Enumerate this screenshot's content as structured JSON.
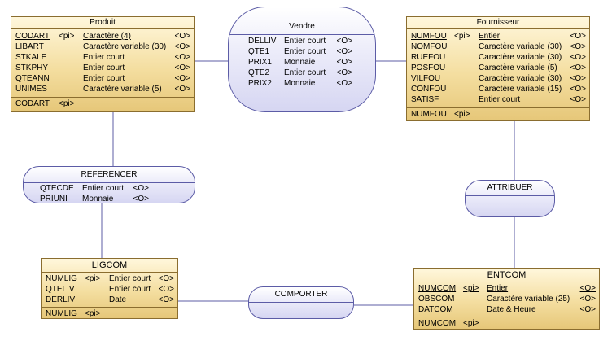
{
  "produit": {
    "title": "Produit",
    "attributes": [
      {
        "name": "CODART",
        "id": "<pi>",
        "type": "Caractère (4)",
        "flag": "<O>"
      },
      {
        "name": "LIBART",
        "id": "",
        "type": "Caractère variable (30)",
        "flag": "<O>"
      },
      {
        "name": "STKALE",
        "id": "",
        "type": "Entier court",
        "flag": "<O>"
      },
      {
        "name": "STKPHY",
        "id": "",
        "type": "Entier court",
        "flag": "<O>"
      },
      {
        "name": "QTEANN",
        "id": "",
        "type": "Entier court",
        "flag": "<O>"
      },
      {
        "name": "UNIMES",
        "id": "",
        "type": "Caractère variable (5)",
        "flag": "<O>"
      }
    ],
    "identifier": {
      "name": "CODART",
      "tag": "<pi>"
    }
  },
  "vendre": {
    "title": "Vendre",
    "attributes": [
      {
        "name": "DELLIV",
        "type": "Entier court",
        "flag": "<O>"
      },
      {
        "name": "QTE1",
        "type": "Entier court",
        "flag": "<O>"
      },
      {
        "name": "PRIX1",
        "type": "Monnaie",
        "flag": "<O>"
      },
      {
        "name": "QTE2",
        "type": "Entier court",
        "flag": "<O>"
      },
      {
        "name": "PRIX2",
        "type": "Monnaie",
        "flag": "<O>"
      }
    ]
  },
  "fournisseur": {
    "title": "Fournisseur",
    "attributes": [
      {
        "name": "NUMFOU",
        "id": "<pi>",
        "type": "Entier",
        "flag": "<O>"
      },
      {
        "name": "NOMFOU",
        "id": "",
        "type": "Caractère variable (30)",
        "flag": "<O>"
      },
      {
        "name": "RUEFOU",
        "id": "",
        "type": "Caractère variable (30)",
        "flag": "<O>"
      },
      {
        "name": "POSFOU",
        "id": "",
        "type": "Caractère variable (5)",
        "flag": "<O>"
      },
      {
        "name": "VILFOU",
        "id": "",
        "type": "Caractère variable (30)",
        "flag": "<O>"
      },
      {
        "name": "CONFOU",
        "id": "",
        "type": "Caractère variable (15)",
        "flag": "<O>"
      },
      {
        "name": "SATISF",
        "id": "",
        "type": "Entier court",
        "flag": "<O>"
      }
    ],
    "identifier": {
      "name": "NUMFOU",
      "tag": "<pi>"
    }
  },
  "referencer": {
    "title": "REFERENCER",
    "attributes": [
      {
        "name": "QTECDE",
        "type": "Entier court",
        "flag": "<O>"
      },
      {
        "name": "PRIUNI",
        "type": "Monnaie",
        "flag": "<O>"
      }
    ]
  },
  "attribuer": {
    "title": "ATTRIBUER"
  },
  "ligcom": {
    "title": "LIGCOM",
    "attributes": [
      {
        "name": "NUMLIG",
        "id": "<pi>",
        "type": "Entier court",
        "flag": "<O>"
      },
      {
        "name": "QTELIV",
        "id": "",
        "type": "Entier court",
        "flag": "<O>"
      },
      {
        "name": "DERLIV",
        "id": "",
        "type": "Date",
        "flag": "<O>"
      }
    ],
    "identifier": {
      "name": "NUMLIG",
      "tag": "<pi>"
    }
  },
  "comporter": {
    "title": "COMPORTER"
  },
  "entcom": {
    "title": "ENTCOM",
    "attributes": [
      {
        "name": "NUMCOM",
        "id": "<pi>",
        "type": "Entier",
        "flag": "<O>"
      },
      {
        "name": "OBSCOM",
        "id": "",
        "type": "Caractère variable (25)",
        "flag": "<O>"
      },
      {
        "name": "DATCOM",
        "id": "",
        "type": "Date & Heure",
        "flag": "<O>"
      }
    ],
    "identifier": {
      "name": "NUMCOM",
      "tag": "<pi>"
    }
  },
  "colors": {
    "entity_border": "#8a6d2f",
    "entity_fill": "#f4dea0",
    "association_border": "#5c5ca6",
    "association_fill": "#e3e3f7",
    "link_line": "#5c5ca6"
  }
}
